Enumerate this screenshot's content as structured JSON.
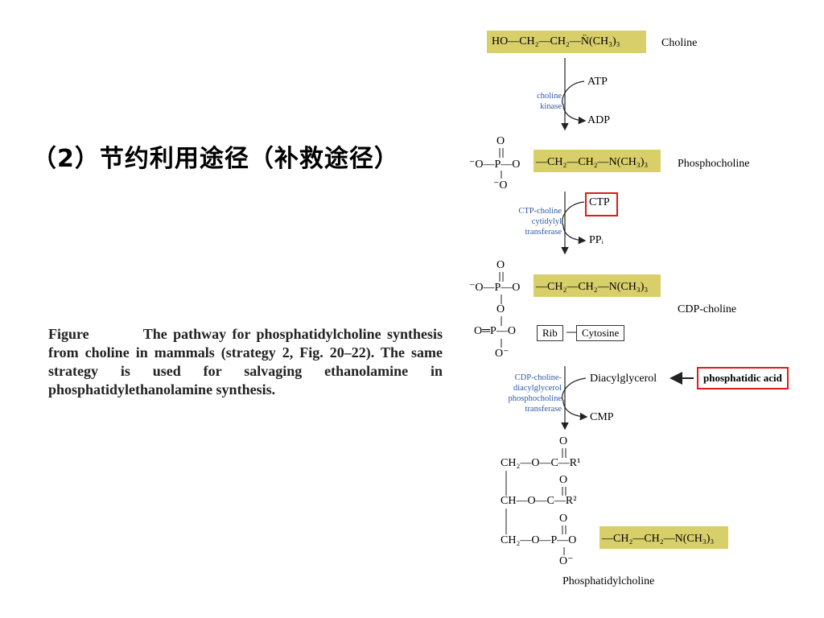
{
  "title": "（2）节约利用途径（补救途径）",
  "caption": {
    "lead": "Figure",
    "text": "The pathway for phosphatidylcholine synthesis from choline in mammals (strategy 2, Fig. 20–22). The same strategy is used for salvaging ethanolamine in phosphatidylethanolamine synthesis."
  },
  "compounds": {
    "choline": "Choline",
    "phosphocholine": "Phosphocholine",
    "cdp_choline": "CDP-choline",
    "phosphatidylcholine": "Phosphatidylcholine"
  },
  "formulas": {
    "choline": "HO—CH₂—CH₂—N̈(CH₃)₃",
    "choline_tail": "—CH₂—CH₂—N(CH₃)₃",
    "o_minus_p_o": "⁻O—P—O",
    "o_eq_p_o": "O═P—O",
    "o_minus": "O⁻",
    "o_minus_top": "⁻O",
    "o": "O",
    "ch2_o_c": "CH₂—O—C—R¹",
    "ch_o_c": "CH—O—C—R²",
    "ch2_o_p_o": "CH₂—O—P—O",
    "plus": "+"
  },
  "steps": [
    {
      "enzyme": "choline\nkinase",
      "in": "ATP",
      "out": "ADP"
    },
    {
      "enzyme": "CTP-choline\ncytidylyl\ntransferase",
      "in": "CTP",
      "out": "PPᵢ"
    },
    {
      "enzyme": "CDP-choline-\ndiacylglycerol\nphosphocholine\ntransferase",
      "in": "Diacylglycerol",
      "out": "CMP"
    }
  ],
  "boxes": {
    "rib": "Rib",
    "cytosine": "Cytosine"
  },
  "annotation": "phosphatidic acid",
  "colors": {
    "highlight": "#d9cf6a",
    "enzyme": "#2e5ba8",
    "annotation_border": "#e01b1b"
  }
}
